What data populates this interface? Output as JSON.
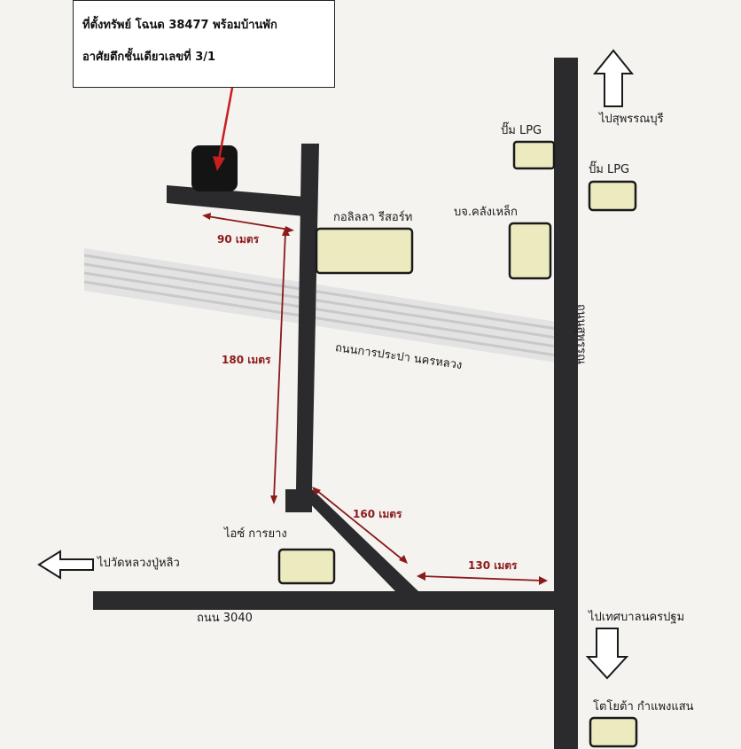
{
  "title_box": {
    "line1": "ที่ตั้งทรัพย์ โฉนด 38477 พร้อมบ้านพัก",
    "line2": "อาศัยตึกชั้นเดียวเลขที่ 3/1"
  },
  "landmarks": {
    "lpg1": "ปั๊ม LPG",
    "lpg2": "ปั๊ม LPG",
    "steel": "บจ.คลังเหล็ก",
    "golf": "กอลิลลา รีสอร์ท",
    "ice": "ไอซ์ การยาง",
    "toyota": "โตโยต้า กำแพงแสน"
  },
  "roads": {
    "waterworks": "ถนนการประปา นครหลวง",
    "main": "ถนนสุพรรณ",
    "r3040": "ถนน 3040"
  },
  "directions": {
    "north": "ไปสุพรรณบุรี",
    "west": "ไปวัดหลวงปู่หลิว",
    "south": "ไปเทศบาลนครปฐม"
  },
  "distances": {
    "d90": "90 เมตร",
    "d180": "180 เมตร",
    "d160": "160 เมตร",
    "d130": "130 เมตร"
  },
  "colors": {
    "road": "#2b2b2d",
    "building": "#ecebbf",
    "property": "#141414",
    "pointer": "#c81e1e",
    "distance": "#8b1a1a",
    "canal": "#d8d8d8"
  }
}
